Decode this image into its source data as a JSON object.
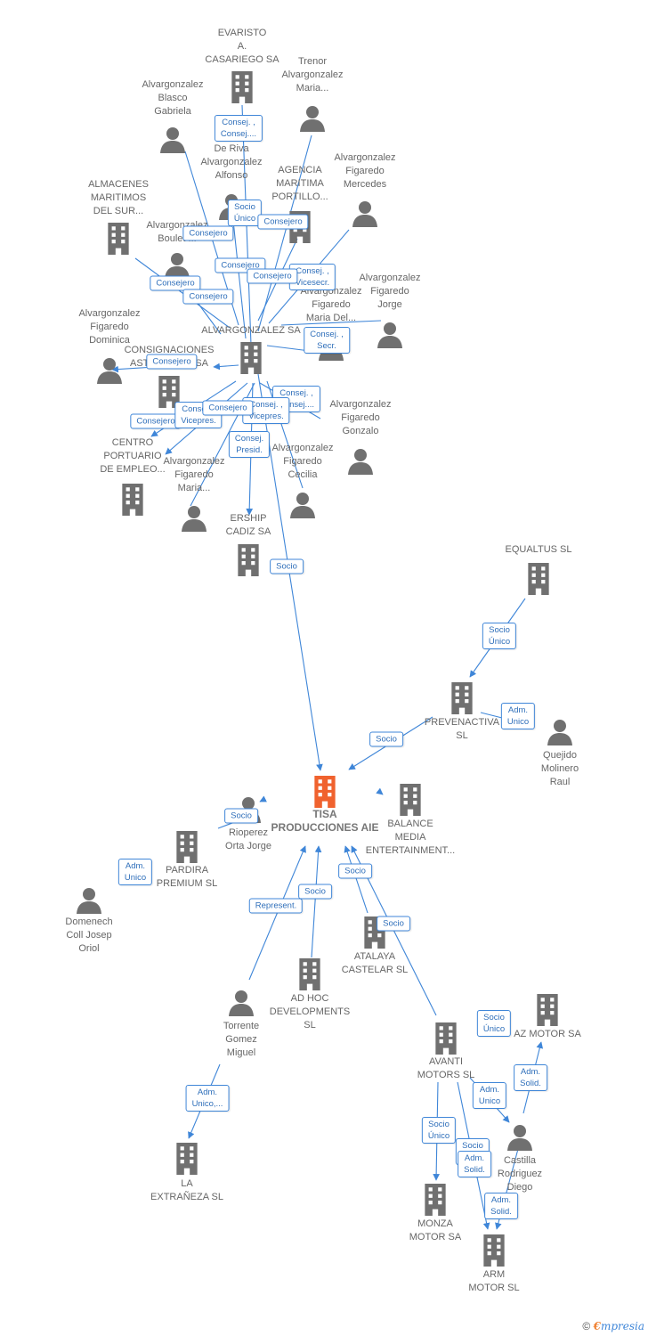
{
  "colors": {
    "edge": "#3f86d8",
    "building": "#707070",
    "focus": "#f0622e",
    "person": "#707070"
  },
  "nodes": [
    {
      "id": "evaristo",
      "type": "company",
      "label": "EVARISTO\nA.\nCASARIEGO SA"
    },
    {
      "id": "trenor",
      "type": "person",
      "label": "Trenor\nAlvargonzalez\nMaria..."
    },
    {
      "id": "blasco",
      "type": "person",
      "label": "Alvargonzalez\nBlasco\nGabriela"
    },
    {
      "id": "derivaalfonso",
      "type": "person",
      "label": "De Riva\nAlvargonzalez\nAlfonso"
    },
    {
      "id": "agencia",
      "type": "company",
      "label": "AGENCIA\nMARITIMA\nPORTILLO..."
    },
    {
      "id": "mercedes",
      "type": "person",
      "label": "Alvargonzalez\nFigaredo\nMercedes"
    },
    {
      "id": "almacenes",
      "type": "company",
      "label": "ALMACENES\nMARITIMOS\nDEL SUR..."
    },
    {
      "id": "boulet",
      "type": "person",
      "label": "Alvargonzalez\nBoulet ..."
    },
    {
      "id": "jorgefig",
      "type": "person",
      "label": "Alvargonzalez\nFigaredo\nJorge"
    },
    {
      "id": "mariadel",
      "type": "person",
      "label": "Alvargonzalez\nFigaredo\nMaria Del..."
    },
    {
      "id": "dominica",
      "type": "person",
      "label": "Alvargonzalez\nFigaredo\nDominica"
    },
    {
      "id": "alvsa",
      "type": "company",
      "label": "ALVARGONZALEZ SA"
    },
    {
      "id": "consignaciones",
      "type": "company",
      "label": "CONSIGNACIONES\nASTURIANAS SA"
    },
    {
      "id": "gonzalo",
      "type": "person",
      "label": "Alvargonzalez\nFigaredo\nGonzalo"
    },
    {
      "id": "centro",
      "type": "company",
      "label": "CENTRO\nPORTUARIO\nDE EMPLEO..."
    },
    {
      "id": "mariafig",
      "type": "person",
      "label": "Alvargonzalez\nFigaredo\nMaria..."
    },
    {
      "id": "cecilia",
      "type": "person",
      "label": "Alvargonzalez\nFigaredo\nCecilia"
    },
    {
      "id": "ership",
      "type": "company",
      "label": "ERSHIP\nCADIZ SA"
    },
    {
      "id": "equaltus",
      "type": "company",
      "label": "EQUALTUS  SL"
    },
    {
      "id": "prevenactiva",
      "type": "company",
      "label": "PREVENACTIVA\nSL"
    },
    {
      "id": "quejido",
      "type": "person",
      "label": "Quejido\nMolinero\nRaul"
    },
    {
      "id": "tisa",
      "type": "focus",
      "label": "TISA\nPRODUCCIONES AIE"
    },
    {
      "id": "balance",
      "type": "company",
      "label": "BALANCE\nMEDIA\nENTERTAINMENT..."
    },
    {
      "id": "rioperez",
      "type": "person",
      "label": "Rioperez\nOrta Jorge"
    },
    {
      "id": "pardira",
      "type": "company",
      "label": "PARDIRA\nPREMIUM SL"
    },
    {
      "id": "domenech",
      "type": "person",
      "label": "Domenech\nColl Josep\nOriol"
    },
    {
      "id": "atalaya",
      "type": "company",
      "label": "ATALAYA\nCASTELAR  SL"
    },
    {
      "id": "adhoc",
      "type": "company",
      "label": "AD HOC\nDEVELOPMENTS\nSL"
    },
    {
      "id": "torrente",
      "type": "person",
      "label": "Torrente\nGomez\nMiguel"
    },
    {
      "id": "azmotor",
      "type": "company",
      "label": "AZ MOTOR SA"
    },
    {
      "id": "avanti",
      "type": "company",
      "label": "AVANTI\nMOTORS SL"
    },
    {
      "id": "castilla",
      "type": "person",
      "label": "Castilla\nRodriguez\nDiego"
    },
    {
      "id": "laextra",
      "type": "company",
      "label": "LA\nEXTRAÑEZA SL"
    },
    {
      "id": "monza",
      "type": "company",
      "label": "MONZA\nMOTOR SA"
    },
    {
      "id": "arm",
      "type": "company",
      "label": "ARM\nMOTOR SL"
    }
  ],
  "relations": [
    "Consej. ,\nConsej....",
    "Socio\nÚnico",
    "Consejero",
    "Consejero",
    "Consejero",
    "Consejero",
    "Consejero",
    "Consej. ,\nVicesecr.",
    "Consej. ,\nSecr.",
    "Consejero",
    "Consejero",
    "Consejero",
    "Consej. ,\nVicepres.",
    "Consej. ,\nConsej....",
    "Consej. ,\nVicepres.",
    "Consejero",
    "Consej.\nPresid.",
    "Socio",
    "Socio\nÚnico",
    "Adm.\nUnico",
    "Socio",
    "Socio",
    "Adm.\nUnico",
    "Represent.",
    "Socio",
    "Socio",
    "Socio",
    "Adm.\nUnico,...",
    "Socio\nÚnico",
    "Adm.\nSolid.",
    "Adm.\nUnico",
    "Socio\nÚnico",
    "Socio\nÚnico",
    "Adm.\nSolid.",
    "Adm.\nSolid."
  ],
  "footer": {
    "copyright": "©",
    "brand_e": "€",
    "brand": "mpresia"
  }
}
